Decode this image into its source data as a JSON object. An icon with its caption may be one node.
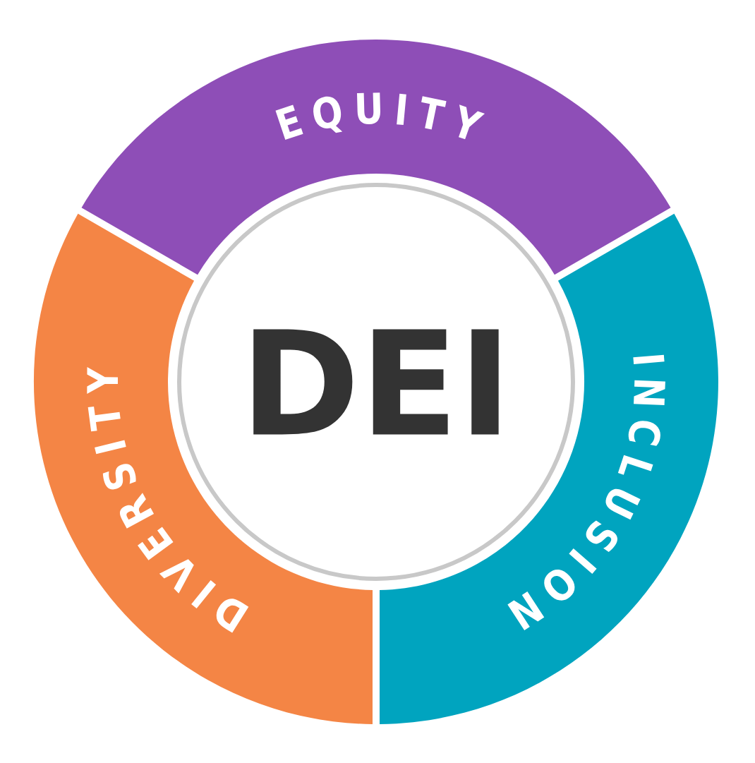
{
  "diagram": {
    "nodes": [
      {
        "text": [
          "EQUITY"
        ]
      },
      {
        "text": [
          "DIVERSITY"
        ]
      },
      {
        "text": [
          "DEI"
        ]
      },
      {
        "text": [
          "INCLUSION"
        ]
      }
    ]
  }
}
